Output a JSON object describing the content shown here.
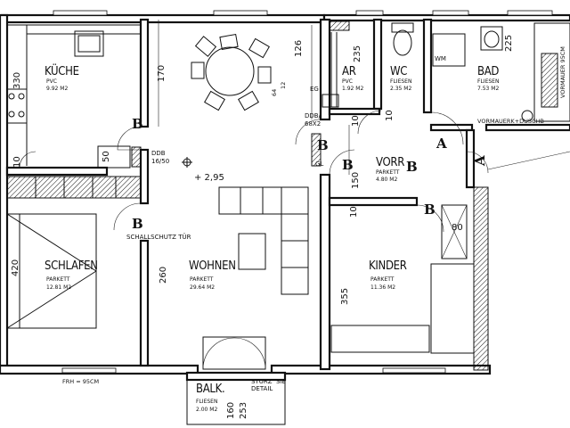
{
  "rooms": {
    "kueche": {
      "name": "KÜCHE",
      "floor": "PVC",
      "area": "9.92 M2"
    },
    "ar": {
      "name": "AR",
      "floor": "PVC",
      "area": "1.92 M2"
    },
    "wc": {
      "name": "WC",
      "floor": "FLIESEN",
      "area": "2.35 M2"
    },
    "bad": {
      "name": "BAD",
      "floor": "FLIESEN",
      "area": "7.53 M2"
    },
    "vorr": {
      "name": "VORR",
      "floor": "PARKETT",
      "area": "4.80 M2"
    },
    "schlafen": {
      "name": "SCHLAFEN",
      "floor": "PARKETT",
      "area": "12.81 M2"
    },
    "wohnen": {
      "name": "WOHNEN",
      "floor": "PARKETT",
      "area": "29.64 M2"
    },
    "kinder": {
      "name": "KINDER",
      "floor": "PARKETT",
      "area": "11.36 M2"
    },
    "balk": {
      "name": "BALK.",
      "floor": "FLIESEN",
      "area": "2.00 M2"
    }
  },
  "dimensions": {
    "kueche_height": "330",
    "dining_170": "170",
    "dining_126": "126",
    "ar_235": "235",
    "bad_225": "225",
    "schlafen_420": "420",
    "wohnen_260": "260",
    "kinder_355": "355",
    "balk_160": "160",
    "balk_253": "253",
    "wall_10_left": "10",
    "wall_10_mid": "10",
    "vorr_150": "150",
    "kinder_80": "80",
    "kueche_50": "50",
    "ar_10": "10",
    "elevation": "+ 2,95",
    "small_64": "64",
    "small_12": "12",
    "wc_10": "10"
  },
  "labels": {
    "ddb_1": "DDB",
    "ddb_1_size": "16/50",
    "ddb_2": "DDB/",
    "ddb_2_size": "68X2",
    "schallschutz": "SCHALLSCHUTZ TÜR",
    "eg": "EG",
    "gl": "GL",
    "wm": "WM",
    "vormauer": "VORMAUERK+DUSCHB",
    "vormauer_side": "VORMAUER 95CM",
    "frh": "FRH = 95CM",
    "sturz": "STURZ",
    "detail": "DETAIL",
    "sie": "SIE"
  },
  "door_marks": [
    "B",
    "B",
    "B",
    "B",
    "B",
    "B",
    "A"
  ]
}
